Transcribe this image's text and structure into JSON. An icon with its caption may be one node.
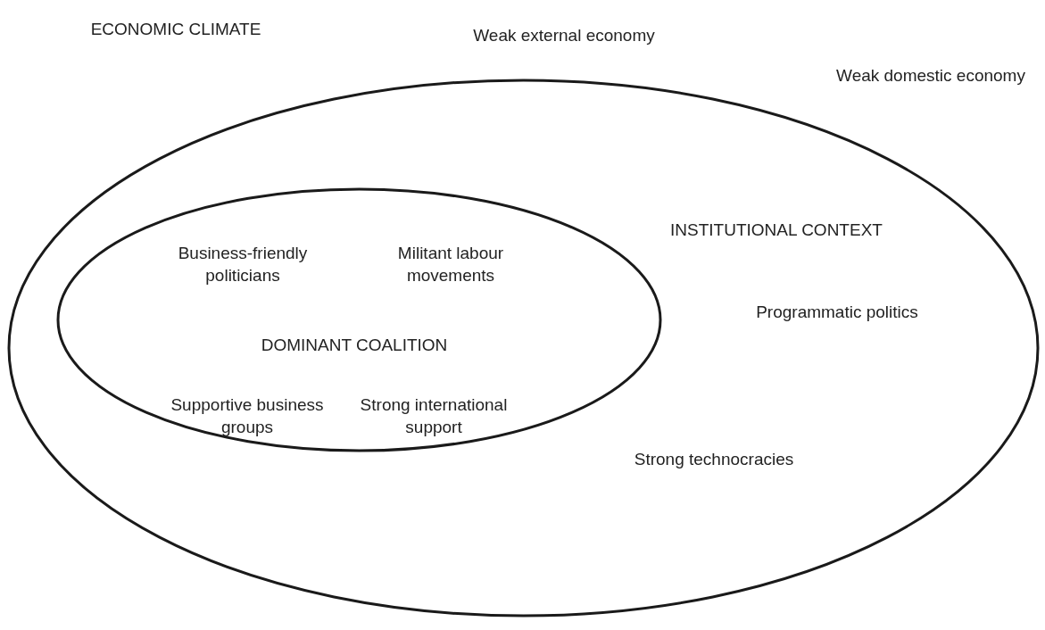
{
  "diagram": {
    "nodes": [
      {
        "text": [
          "INSTITUTIONAL CONTEXT",
          "Programmatic politics",
          "Strong technocracies"
        ]
      },
      {
        "text": [
          "Business-friendly politicians",
          "Militant labour movements",
          "DOMINANT COALITION",
          "Supportive business groups",
          "Strong international support"
        ],
        "in": 0
      }
    ],
    "labels": [
      "ECONOMIC CLIMATE",
      "Weak external economy",
      "Weak domestic economy"
    ]
  }
}
